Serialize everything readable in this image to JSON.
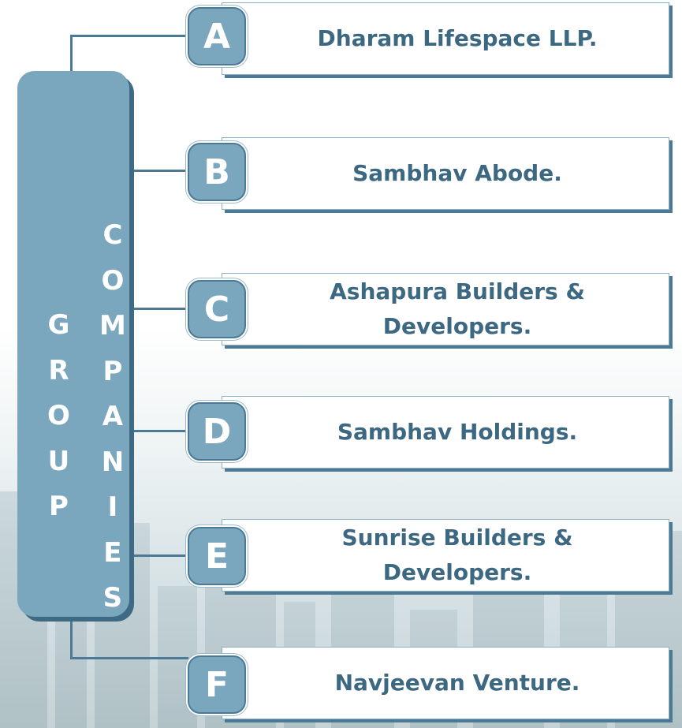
{
  "panel": {
    "word1": [
      "G",
      "R",
      "O",
      "U",
      "P"
    ],
    "word2": [
      "C",
      "O",
      "M",
      "P",
      "A",
      "N",
      "I",
      "E",
      "S"
    ]
  },
  "companies": [
    {
      "letter": "A",
      "name": "Dharam Lifespace LLP."
    },
    {
      "letter": "B",
      "name": "Sambhav Abode."
    },
    {
      "letter": "C",
      "name": "Ashapura Builders & Developers."
    },
    {
      "letter": "D",
      "name": "Sambhav Holdings."
    },
    {
      "letter": "E",
      "name": "Sunrise Builders & Developers."
    },
    {
      "letter": "F",
      "name": "Navjeevan Venture."
    }
  ],
  "colors": {
    "panel": "#7aa6be",
    "panel_shadow": "#3f6a85",
    "text": "#3d6882",
    "connector": "#4b7996"
  }
}
